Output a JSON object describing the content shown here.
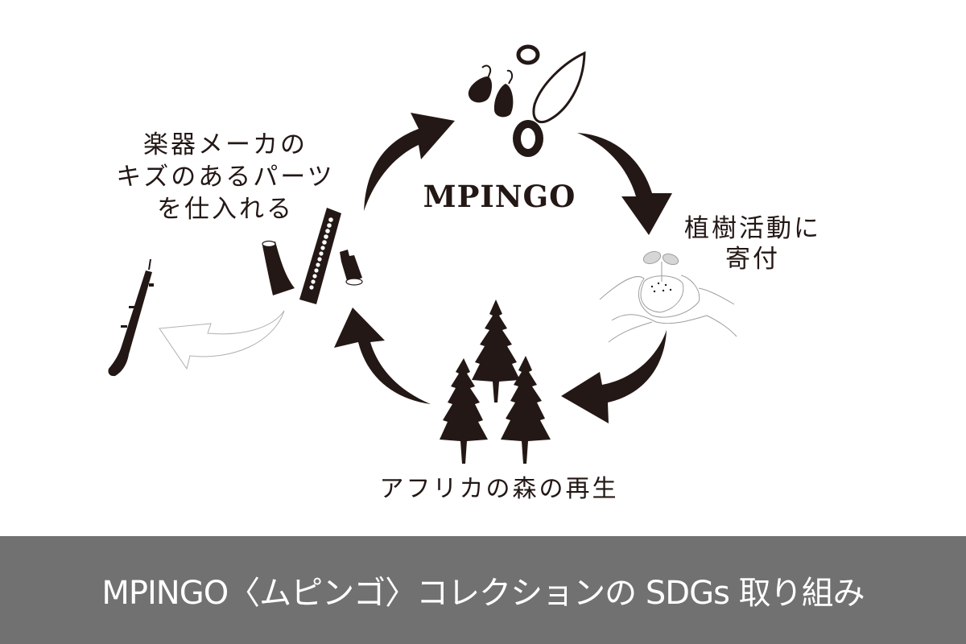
{
  "diagram": {
    "brand": "MPINGO",
    "steps": {
      "parts": {
        "lines": [
          "楽器メーカの",
          "キズのあるパーツ",
          "を仕入れる"
        ]
      },
      "planting": {
        "lines": [
          "植樹活動に",
          "寄付"
        ]
      },
      "forest": {
        "label": "アフリカの森の再生"
      }
    },
    "icons": {
      "jewelry": "jewelry-icon",
      "instrument_parts": "instrument-parts-icon",
      "oboe": "oboe-icon",
      "hands_sprout": "hands-sprout-icon",
      "trees": "trees-icon",
      "cycle_arrows": "cycle-arrow-icon"
    },
    "colors": {
      "ink": "#231815",
      "banner_bg": "#727171",
      "banner_text": "#ffffff",
      "outline": "#9e9e9e"
    }
  },
  "banner": {
    "title": "MPINGO〈ムピンゴ〉コレクションの SDGs 取り組み"
  }
}
